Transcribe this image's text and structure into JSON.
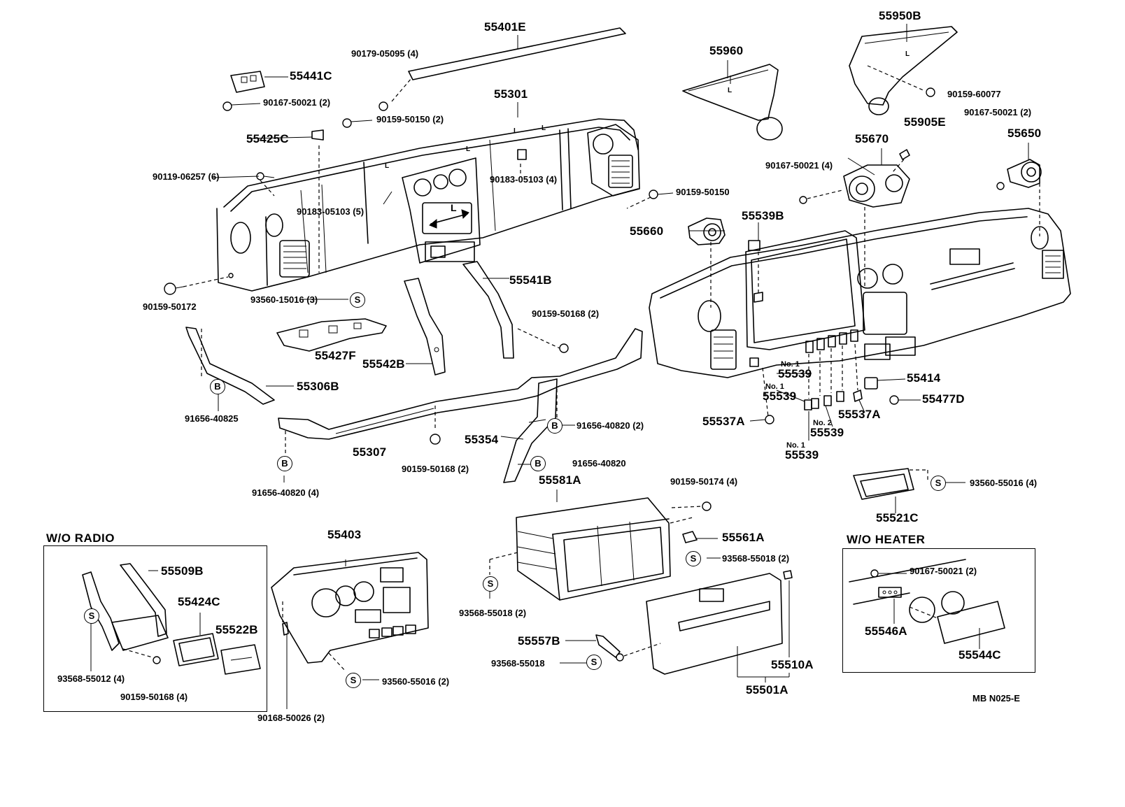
{
  "diagram_code": "MB N025-E",
  "sections": {
    "wo_radio": "W/O  RADIO",
    "wo_heater": "W/O HEATER"
  },
  "badges": {
    "s": "S",
    "b": "B"
  },
  "labels": {
    "p55401E": "55401E",
    "p55950B": "55950B",
    "p90179_05095": "90179-05095 (4)",
    "p55960": "55960",
    "p55441C": "55441C",
    "p90167_50021_2a": "90167-50021 (2)",
    "p55301": "55301",
    "p90159_60077": "90159-60077",
    "p90167_50021_2b": "90167-50021 (2)",
    "p90159_50150_2": "90159-50150 (2)",
    "p55905E": "55905E",
    "p55425C": "55425C",
    "p55670": "55670",
    "p55650": "55650",
    "p90119_06257": "90119-06257 (6)",
    "p90183_05103_4": "90183-05103 (4)",
    "p90167_50021_4": "90167-50021 (4)",
    "p90159_50150": "90159-50150",
    "p90183_05103_5": "90183-05103 (5)",
    "p55539B": "55539B",
    "p55660": "55660",
    "p55541B": "55541B",
    "p90159_50172": "90159-50172",
    "p93560_15016": "93560-15016 (3)",
    "p90159_50168_2a": "90159-50168 (2)",
    "p55427F": "55427F",
    "p55542B": "55542B",
    "p55306B": "55306B",
    "p91656_40825": "91656-40825",
    "no1a": "No. 1",
    "p55539a": "55539",
    "p55414": "55414",
    "no1b": "No. 1",
    "p55539b": "55539",
    "p55477D": "55477D",
    "p55537A_1": "55537A",
    "p55537A_2": "55537A",
    "no2": "No. 2",
    "p55539c": "55539",
    "no1c": "No. 1",
    "p55539d": "55539",
    "p91656_40820_2": "91656-40820 (2)",
    "p55307": "55307",
    "p55354": "55354",
    "p90159_50168_2b": "90159-50168 (2)",
    "p91656_40820": "91656-40820",
    "p55581A": "55581A",
    "p91656_40820_4": "91656-40820 (4)",
    "p90159_50174": "90159-50174 (4)",
    "p93560_55016_4": "93560-55016 (4)",
    "p55521C": "55521C",
    "p55403": "55403",
    "p55561A": "55561A",
    "p93568_55018_2a": "93568-55018 (2)",
    "p55509B": "55509B",
    "p55424C": "55424C",
    "p55522B": "55522B",
    "p93568_55018_2b": "93568-55018 (2)",
    "p90167_50021_2c": "90167-50021 (2)",
    "p55546A": "55546A",
    "p55544C": "55544C",
    "p55557B": "55557B",
    "p93568_55018": "93568-55018",
    "p55510A": "55510A",
    "p93568_55012": "93568-55012 (4)",
    "p90159_50168_4": "90159-50168 (4)",
    "p93560_55016_2": "93560-55016 (2)",
    "p55501A": "55501A",
    "p90168_50026": "90168-50026 (2)",
    "arrow_letter": "L"
  }
}
